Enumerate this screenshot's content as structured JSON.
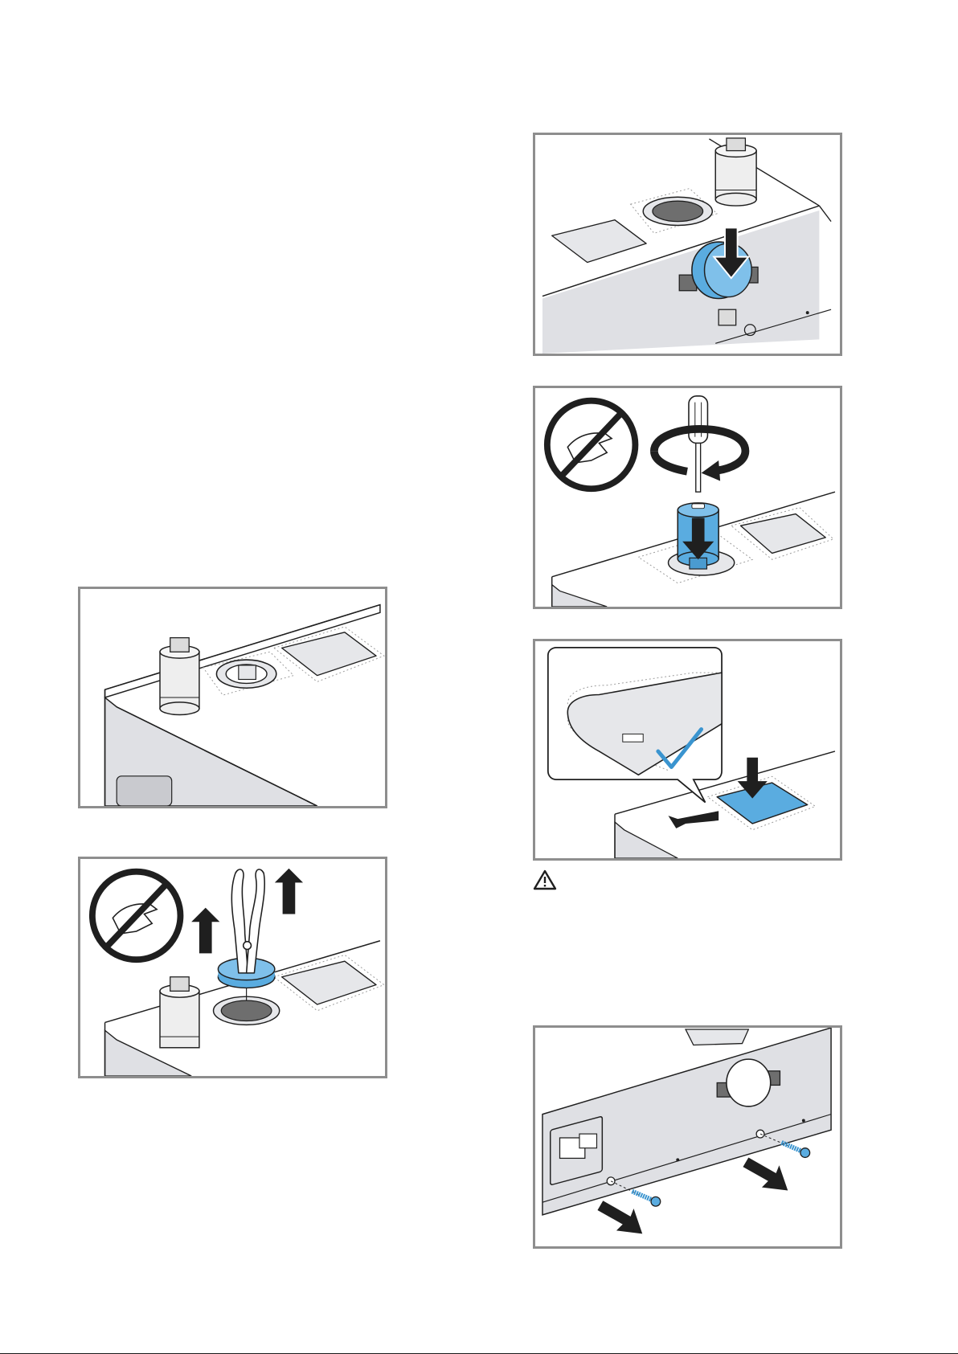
{
  "page": {
    "footer_marks": ""
  },
  "illustrations": [
    {
      "id": "fig-a",
      "subject": "water-filter-and-cover-on-appliance-top",
      "step": "initial-state"
    },
    {
      "id": "fig-b",
      "subject": "remove-cap-with-pliers",
      "step": "lift-out",
      "prohibited": "do-not-use-hands"
    },
    {
      "id": "fig-c",
      "subject": "push-in-round-plug",
      "step": "press-in"
    },
    {
      "id": "fig-d",
      "subject": "screw-in-filter-with-screwdriver",
      "step": "turn-clockwise",
      "prohibited": "do-not-use-hands"
    },
    {
      "id": "fig-e",
      "subject": "slide-on-cover-plate",
      "step": "confirm-fit"
    },
    {
      "id": "fig-f",
      "subject": "remove-screws-from-base-panel",
      "step": "unscrew"
    }
  ],
  "colors": {
    "frame": "#8e8e8e",
    "appliance": "#dfe0e4",
    "highlight_blue": "#5aace0",
    "outline": "#1f1f1f",
    "check": "#3a94cf"
  },
  "icons": [
    "prohibited-hand-icon",
    "warning-triangle-icon",
    "arrow-up-icon",
    "arrow-down-icon",
    "rotate-clockwise-icon",
    "checkmark-icon"
  ]
}
